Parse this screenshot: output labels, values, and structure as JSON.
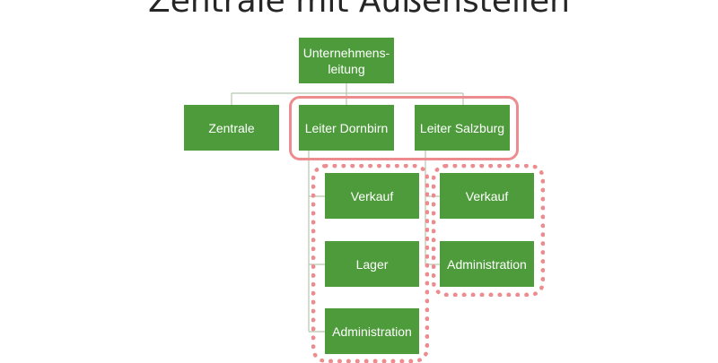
{
  "title": "Zentrale mit Außenstellen",
  "nodes": {
    "root": "Unternehmens-\nleitung",
    "zentrale": "Zentrale",
    "dornbirn": "Leiter Dornbirn",
    "salzburg": "Leiter Salzburg",
    "dornbirn_verkauf": "Verkauf",
    "dornbirn_lager": "Lager",
    "dornbirn_admin": "Administration",
    "salzburg_verkauf": "Verkauf",
    "salzburg_admin": "Administration"
  },
  "colors": {
    "box": "#4e9b3b",
    "connector": "#b8c6ae",
    "highlight": "#ec8c8e"
  }
}
